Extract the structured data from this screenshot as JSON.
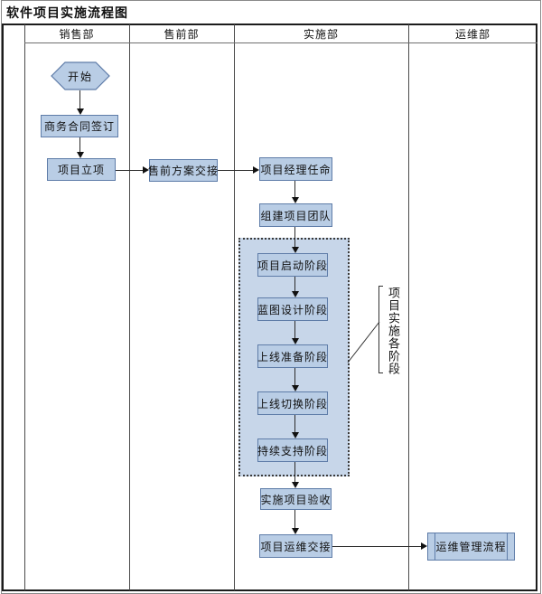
{
  "title": "软件项目实施流程图",
  "lanes": [
    {
      "label": "销售部"
    },
    {
      "label": "售前部"
    },
    {
      "label": "实施部"
    },
    {
      "label": "运维部"
    }
  ],
  "nodes": {
    "start": "开始",
    "contract": "商务合同签订",
    "approval": "项目立项",
    "presales_handover": "售前方案交接",
    "pm_appointment": "项目经理任命",
    "team_building": "组建项目团队",
    "stage_kickoff": "项目启动阶段",
    "stage_blueprint": "蓝图设计阶段",
    "stage_golive_prep": "上线准备阶段",
    "stage_golive_switch": "上线切换阶段",
    "stage_support": "持续支持阶段",
    "acceptance": "实施项目验收",
    "ops_handover": "项目运维交接",
    "ops_process": "运维管理流程"
  },
  "annotation": {
    "bracket_label": "项目实施各阶段"
  },
  "colors": {
    "node_fill": "#b9cde5",
    "node_border": "#5e7ca8",
    "group_fill": "#c7d6e9",
    "line": "#2b2b2b"
  }
}
